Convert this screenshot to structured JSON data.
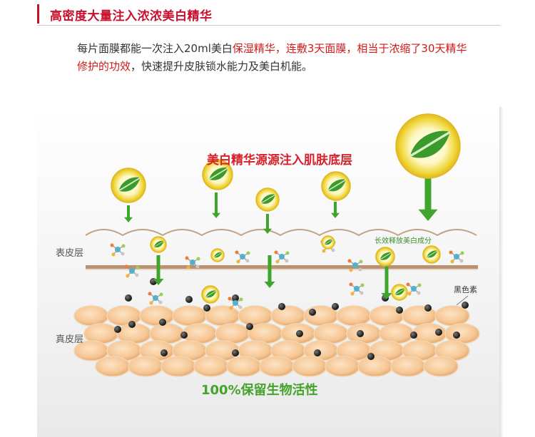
{
  "header": {
    "title": "高密度大量注入浓浓美白精华",
    "accent_color": "#c8102e"
  },
  "intro": {
    "part1": "每片面膜都能一次注入20ml美白",
    "part2": "保湿精华，连敷3天面膜，相当于浓缩了30天精华修护的功效",
    "part3": "，快速提升皮肤锁水能力及美白机能。"
  },
  "diagram": {
    "headline": "美白精华源源注入肌肤底层",
    "epidermis_label": "表皮层",
    "dermis_label": "真皮层",
    "release_label": "长效释放美白成分",
    "melanin_label": "黑色素",
    "footer": "100%保留生物活性",
    "colors": {
      "arrow_green": "#3fa52c",
      "headline_red": "#d8202a",
      "cell_fill": "#f5c89a",
      "membrane": "#b88f6e",
      "orb_yellow": "#f4e14a"
    },
    "icons": [
      "leaf-orb-icon",
      "molecule-icon",
      "melanin-dot-icon",
      "down-arrow-icon"
    ]
  }
}
